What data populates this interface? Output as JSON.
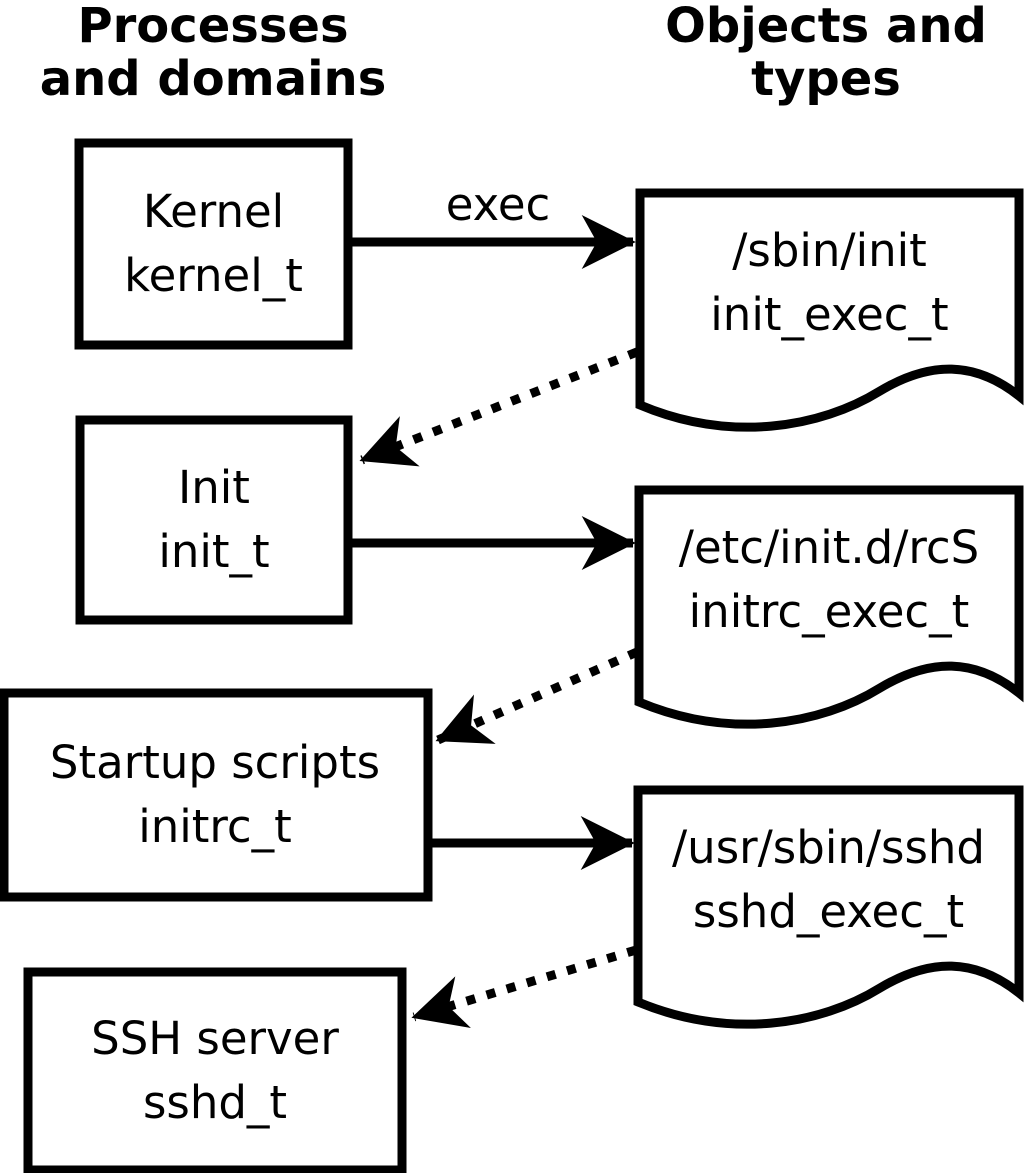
{
  "headers": {
    "left": {
      "line1": "Processes",
      "line2": "and domains"
    },
    "right": {
      "line1": "Objects and",
      "line2": "types"
    }
  },
  "process_nodes": [
    {
      "name": "Kernel",
      "domain": "kernel_t"
    },
    {
      "name": "Init",
      "domain": "init_t"
    },
    {
      "name": "Startup scripts",
      "domain": "initrc_t"
    },
    {
      "name": "SSH server",
      "domain": "sshd_t"
    }
  ],
  "object_nodes": [
    {
      "path": "/sbin/init",
      "type": "init_exec_t"
    },
    {
      "path": "/etc/init.d/rcS",
      "type": "initrc_exec_t"
    },
    {
      "path": "/usr/sbin/sshd",
      "type": "sshd_exec_t"
    }
  ],
  "edge_labels": {
    "exec": "exec"
  },
  "colors": {
    "ink": "#000000",
    "background": "#ffffff"
  }
}
